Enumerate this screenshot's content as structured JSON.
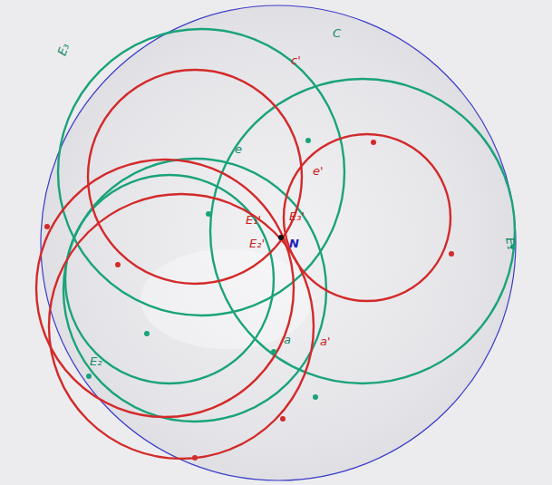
{
  "diagram": {
    "labels": [
      "c'",
      "C",
      "E₃",
      "e",
      "e'",
      "E₁'",
      "E₃'",
      "E₂'",
      "N",
      "E₁",
      "a",
      "a'",
      "E₂"
    ]
  }
}
